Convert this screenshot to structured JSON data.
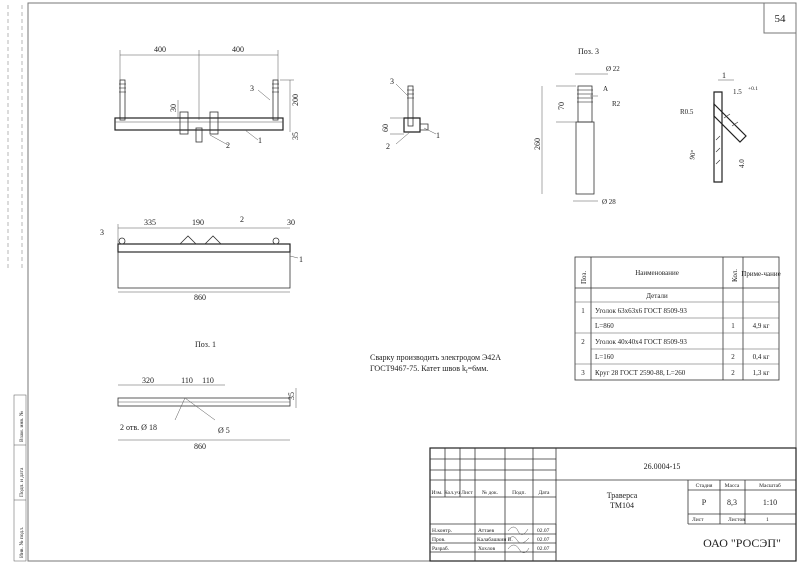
{
  "sheet_number": "54",
  "left_margin": {
    "inv_no_sub": "Инв. № подл.",
    "sign_date": "Подп. и дата",
    "replace_inv": "Взам. инв. №"
  },
  "views": {
    "front": {
      "dims": [
        "400",
        "400",
        "30",
        "200",
        "35",
        "3",
        "2",
        "1"
      ]
    },
    "side": {
      "labels": [
        "3",
        "60",
        "2",
        "1"
      ]
    },
    "pos3": {
      "title": "Поз. 3",
      "dims": [
        "Ø 22",
        "70",
        "260",
        "Ø 28",
        "R2",
        "A"
      ]
    },
    "section": {
      "title": "1",
      "dims": [
        "R0.5",
        "1.5",
        "+0.1",
        "90°",
        "4.0"
      ]
    },
    "plan": {
      "dims": [
        "335",
        "190",
        "2",
        "30",
        "3",
        "1",
        "860"
      ]
    },
    "pos1": {
      "title": "Поз. 1",
      "dims": [
        "320",
        "110",
        "110",
        "35",
        "2 отв. Ø 18",
        "Ø 5",
        "860"
      ]
    }
  },
  "note": {
    "line1": "Сварку производить электродом Э42А",
    "line2": "ГОСТ9467-75. Катет швов k",
    "sub": "f",
    "line2_end": "=6мм."
  },
  "spec": {
    "headers": {
      "pos": "Поз.",
      "name": "Наименование",
      "qty": "Кол.",
      "note": "Приме-чание"
    },
    "section": "Детали",
    "rows": [
      {
        "pos": "1",
        "name": "Уголок 63х63х6 ГОСТ 8509-93",
        "qty": "",
        "note": ""
      },
      {
        "pos": "",
        "name": "L=860",
        "qty": "1",
        "note": "4,9 кг"
      },
      {
        "pos": "2",
        "name": "Уголок 40х40х4 ГОСТ 8509-93",
        "qty": "",
        "note": ""
      },
      {
        "pos": "",
        "name": "L=160",
        "qty": "2",
        "note": "0,4 кг"
      },
      {
        "pos": "3",
        "name": "Круг 28 ГОСТ 2590-88, L=260",
        "qty": "2",
        "note": "1,3 кг"
      }
    ]
  },
  "title_block": {
    "code": "26.0004-15",
    "cols": [
      "Изм.",
      "Кол.уч",
      "Лист",
      "№ док.",
      "Подп.",
      "Дата"
    ],
    "roles": [
      {
        "role": "Н.контр.",
        "name": "Аттаев"
      },
      {
        "role": "Пров.",
        "name": "Калабашкин В."
      },
      {
        "role": "Разраб.",
        "name": "Хохлов"
      }
    ],
    "date_marks": [
      "02.07",
      "02.07",
      "02.07"
    ],
    "product_line1": "Траверса",
    "product_line2": "ТМ104",
    "stage_label": "Стадия",
    "mass_label": "Масса",
    "scale_label": "Масштаб",
    "stage": "Р",
    "mass": "8,3",
    "scale": "1:10",
    "sheet_label": "Лист",
    "sheets_label": "Листов",
    "sheets": "1",
    "org": "ОАО \"РОСЭП\""
  }
}
